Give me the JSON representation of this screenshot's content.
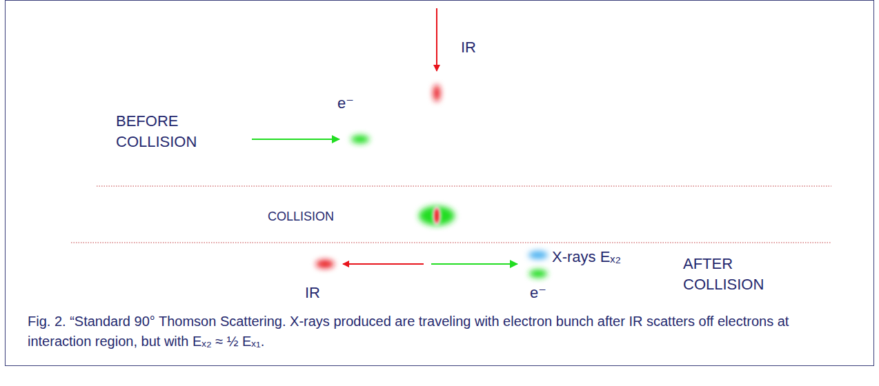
{
  "diagram": {
    "caption": "Fig. 2. “Standard 90° Thomson Scattering. X-rays produced are traveling with electron bunch after IR scatters off electrons at interaction region, but with Eₓ₂ ≈ ½ Eₓ₁.",
    "labels": [
      "IR",
      "e⁻",
      "BEFORE COLLISION",
      "COLLISION",
      "X-rays Eₓ₂",
      "AFTER COLLISION",
      "IR",
      "e⁻"
    ]
  }
}
